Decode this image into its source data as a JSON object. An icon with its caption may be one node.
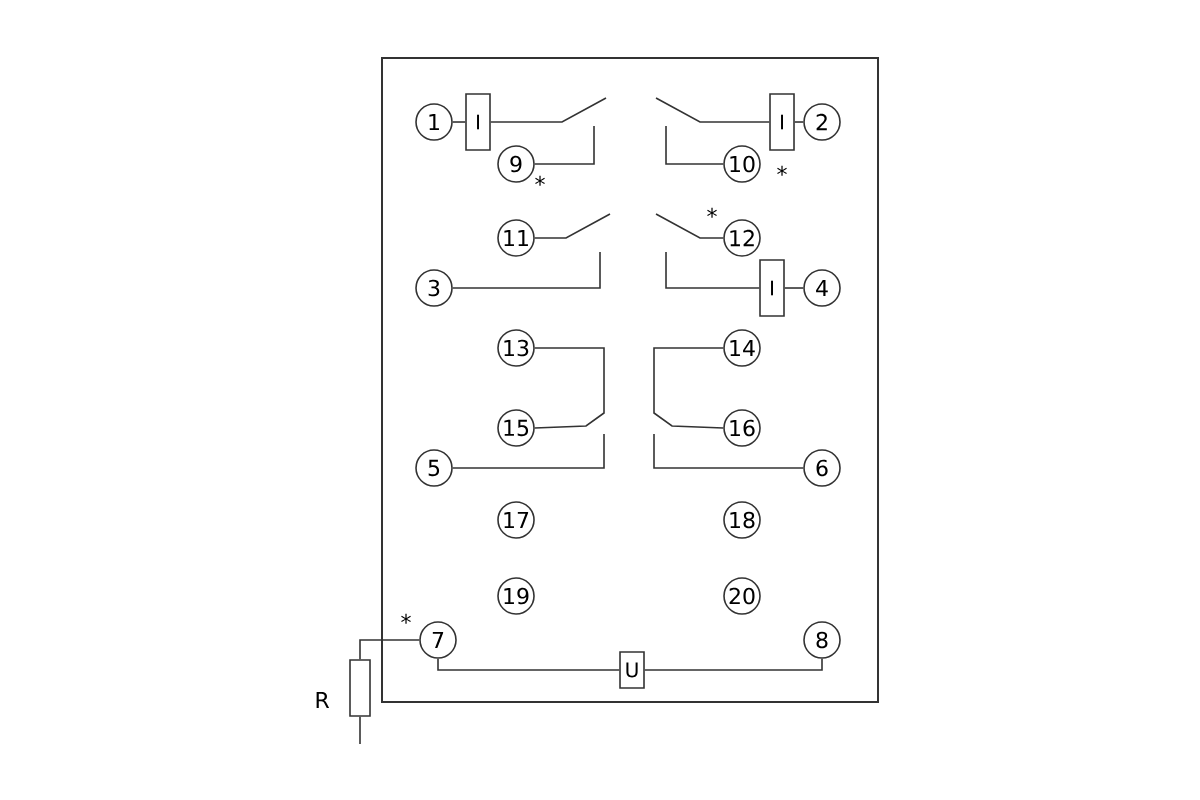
{
  "diagram": {
    "nodes": [
      {
        "text": [
          "1"
        ]
      },
      {
        "text": [
          "I"
        ]
      },
      {
        "text": [
          "I"
        ]
      },
      {
        "text": [
          "2"
        ]
      },
      {
        "text": [
          "9"
        ]
      },
      {
        "text": [
          "10"
        ]
      },
      {
        "text": [
          "11"
        ]
      },
      {
        "text": [
          "12"
        ]
      },
      {
        "text": [
          "3"
        ]
      },
      {
        "text": [
          "I"
        ]
      },
      {
        "text": [
          "4"
        ]
      },
      {
        "text": [
          "13"
        ]
      },
      {
        "text": [
          "14"
        ]
      },
      {
        "text": [
          "15"
        ]
      },
      {
        "text": [
          "16"
        ]
      },
      {
        "text": [
          "5"
        ]
      },
      {
        "text": [
          "6"
        ]
      },
      {
        "text": [
          "17"
        ]
      },
      {
        "text": [
          "18"
        ]
      },
      {
        "text": [
          "19"
        ]
      },
      {
        "text": [
          "20"
        ]
      },
      {
        "text": [
          "7"
        ]
      },
      {
        "text": [
          "U"
        ]
      },
      {
        "text": [
          "8"
        ]
      },
      {
        "text": [],
        "shape": "box",
        "beside": [
          "R"
        ]
      }
    ],
    "edges": [
      {
        "from": 0,
        "to": 1,
        "arrow": "none"
      },
      {
        "from": 1,
        "to": null,
        "arrow": "none"
      },
      {
        "from": 4,
        "to": null,
        "arrow": "none"
      },
      {
        "from": 3,
        "to": 2,
        "arrow": "none"
      },
      {
        "from": 2,
        "to": null,
        "arrow": "none"
      },
      {
        "from": 5,
        "to": null,
        "arrow": "none"
      },
      {
        "from": 6,
        "to": null,
        "arrow": "none"
      },
      {
        "from": 8,
        "to": null,
        "arrow": "none"
      },
      {
        "from": 7,
        "to": null,
        "arrow": "none"
      },
      {
        "from": 9,
        "to": null,
        "arrow": "none"
      },
      {
        "from": 9,
        "to": 10,
        "arrow": "none"
      },
      {
        "from": 13,
        "to": 11,
        "arrow": "none"
      },
      {
        "from": 15,
        "to": null,
        "arrow": "none"
      },
      {
        "from": 14,
        "to": 12,
        "arrow": "none"
      },
      {
        "from": 16,
        "to": null,
        "arrow": "none"
      },
      {
        "from": 21,
        "to": 22,
        "arrow": "none"
      },
      {
        "from": 22,
        "to": 23,
        "arrow": "none"
      },
      {
        "from": 21,
        "to": 24,
        "arrow": "none"
      },
      {
        "from": 24,
        "to": null,
        "arrow": "none"
      }
    ],
    "labels": [
      "*",
      "*",
      "*",
      "*"
    ]
  }
}
